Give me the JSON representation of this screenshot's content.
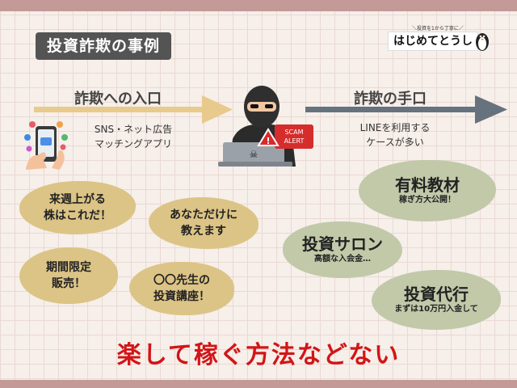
{
  "title": "投資詐欺の事例",
  "logo": {
    "tagline": "＼投資を1から丁寧に／",
    "text": "はじめてとうし"
  },
  "entry": {
    "label": "詐欺への入口",
    "lines": [
      "SNS・ネット広告",
      "マッチングアプリ"
    ]
  },
  "method": {
    "label": "詐欺の手口",
    "lines": [
      "LINEを利用する",
      "ケースが多い"
    ]
  },
  "scam_badge": [
    "SCAM",
    "ALERT"
  ],
  "lures": [
    {
      "lines": [
        "来週上がる",
        "株はこれだ！"
      ]
    },
    {
      "lines": [
        "あなただけに",
        "教えます"
      ]
    },
    {
      "lines": [
        "期間限定",
        "販売！"
      ]
    },
    {
      "lines": [
        "〇〇先生の",
        "投資講座！"
      ]
    }
  ],
  "methods": [
    {
      "title": "有料教材",
      "sub": "稼ぎ方大公開！"
    },
    {
      "title": "投資サロン",
      "sub": "高額な入会金…"
    },
    {
      "title": "投資代行",
      "sub": "まずは10万円入金して"
    }
  ],
  "footer": "楽して稼ぐ方法などない",
  "colors": {
    "yellow_blob": "#dcc486",
    "green_blob": "#c1c9a9",
    "entry_arrow": "#e7ca8c",
    "method_arrow": "#66727d",
    "footer_red": "#d21517",
    "band": "#c39a98"
  }
}
